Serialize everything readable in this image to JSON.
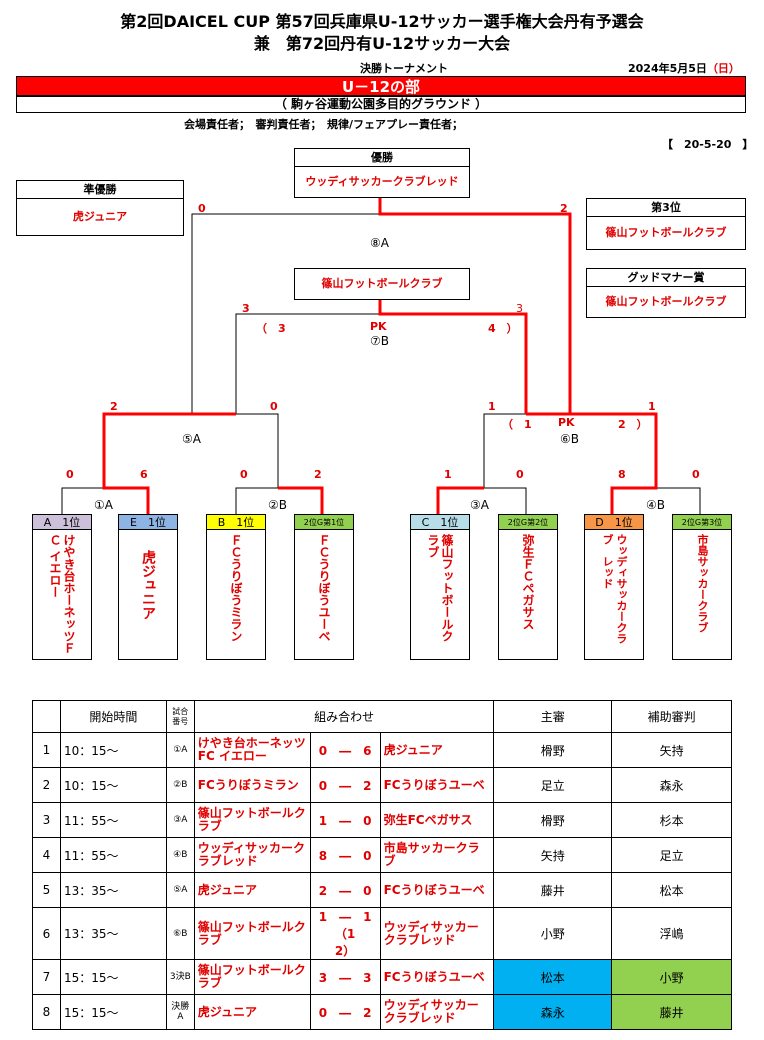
{
  "header": {
    "title_line1": "第2回DAICEL CUP 第57回兵庫県U-12サッカー選手権大会丹有予選会",
    "title_line2": "兼　第72回丹有U-12サッカー大会",
    "subtitle": "決勝トーナメント",
    "date": "2024年5月5日",
    "weekday": "（日）",
    "division": "U－12の部",
    "venue": "（ 駒ヶ谷運動公園多目的グラウンド ）",
    "officials": "会場責任者；　審判責任者；　規律/フェアプレー責任者；",
    "format": "【　20-5-20　】"
  },
  "awards": {
    "champion_label": "優勝",
    "champion": "ウッディサッカークラブレッド",
    "runner_up_label": "準優勝",
    "runner_up": "虎ジュニア",
    "third_label": "第3位",
    "third": "篠山フットボールクラブ",
    "good_manner_label": "グッドマナー賞",
    "good_manner": "篠山フットボールクラブ"
  },
  "bracket": {
    "final_label": "⑧A",
    "final_left_score": "0",
    "final_right_score": "2",
    "third_place_team": "篠山フットボールクラブ",
    "m7_label": "⑦B",
    "m7_left_score": "3",
    "m7_right_score": "3",
    "m7_pk_left": "（　3",
    "m7_pk": "PK",
    "m7_pk_right": "4　）",
    "m5_label": "⑤A",
    "m5_left": "2",
    "m5_right": "0",
    "m6_label": "⑥B",
    "m6_left": "1",
    "m6_right": "1",
    "m6_pk_left": "（　1",
    "m6_pk": "PK",
    "m6_pk_right": "2　）",
    "m1_label": "①A",
    "m1_left": "0",
    "m1_right": "6",
    "m2_label": "②B",
    "m2_left": "0",
    "m2_right": "2",
    "m3_label": "③A",
    "m3_left": "1",
    "m3_right": "0",
    "m4_label": "④B",
    "m4_left": "8",
    "m4_right": "0",
    "teams": [
      {
        "seed": "A　1位",
        "name": "けやき台ホーネッツＦＣ イエロー",
        "color": "#ccc0da"
      },
      {
        "seed": "E　1位",
        "name": "虎ジュニア",
        "color": "#8db4e2"
      },
      {
        "seed": "B　1位",
        "name": "ＦＣうりぼうミラン",
        "color": "#ffff00"
      },
      {
        "seed": "2位G第1位",
        "name": "ＦＣうりぼうユーベ",
        "color": "#92d050"
      },
      {
        "seed": "C　1位",
        "name": "篠山フットボールクラブ",
        "color": "#b7dee8"
      },
      {
        "seed": "2位G第2位",
        "name": "弥生ＦＣペガサス",
        "color": "#92d050"
      },
      {
        "seed": "D　1位",
        "name": "ウッディサッカークラブ　レッド",
        "color": "#f79646"
      },
      {
        "seed": "2位G第3位",
        "name": "市島サッカークラブ",
        "color": "#92d050"
      }
    ]
  },
  "schedule": {
    "headers": {
      "start": "開始時間",
      "match_no": "試合番号",
      "matchup": "組み合わせ",
      "referee": "主審",
      "assistant": "補助審判"
    },
    "rows": [
      {
        "no": "1",
        "time": "10：15～",
        "mno": "①A",
        "home": "けやき台ホーネッツFC イエロー",
        "hs": "0",
        "dash": "―",
        "as": "6",
        "away": "虎ジュニア",
        "ref": "榾野",
        "ast": "矢持"
      },
      {
        "no": "2",
        "time": "10：15～",
        "mno": "②B",
        "home": "FCうりぼうミラン",
        "hs": "0",
        "dash": "―",
        "as": "2",
        "away": "FCうりぼうユーベ",
        "ref": "足立",
        "ast": "森永"
      },
      {
        "no": "3",
        "time": "11：55～",
        "mno": "③A",
        "home": "篠山フットボールクラブ",
        "hs": "1",
        "dash": "―",
        "as": "0",
        "away": "弥生FCペガサス",
        "ref": "榾野",
        "ast": "杉本"
      },
      {
        "no": "4",
        "time": "11：55～",
        "mno": "④B",
        "home": "ウッディサッカークラブレッド",
        "hs": "8",
        "dash": "―",
        "as": "0",
        "away": "市島サッカークラブ",
        "ref": "矢持",
        "ast": "足立"
      },
      {
        "no": "5",
        "time": "13：35～",
        "mno": "⑤A",
        "home": "虎ジュニア",
        "hs": "2",
        "dash": "―",
        "as": "0",
        "away": "FCうりぼうユーベ",
        "ref": "藤井",
        "ast": "松本"
      },
      {
        "no": "6",
        "time": "13：35～",
        "mno": "⑥B",
        "home": "篠山フットボールクラブ",
        "hs": "1",
        "dash": "―",
        "as": "1",
        "hpk": "（1",
        "apk": "2）",
        "away": "ウッディサッカークラブレッド",
        "ref": "小野",
        "ast": "浮嶋"
      },
      {
        "no": "7",
        "time": "15：15～",
        "mno": "3決B",
        "home": "篠山フットボールクラブ",
        "hs": "3",
        "dash": "―",
        "as": "3",
        "away": "FCうりぼうユーベ",
        "ref": "松本",
        "ast": "小野"
      },
      {
        "no": "8",
        "time": "15：15～",
        "mno": "決勝A",
        "home": "虎ジュニア",
        "hs": "0",
        "dash": "―",
        "as": "2",
        "away": "ウッディサッカークラブレッド",
        "ref": "森永",
        "ast": "藤井"
      }
    ],
    "highlight_ref_color": "#00b0f0",
    "highlight_ast_color": "#92d050"
  }
}
